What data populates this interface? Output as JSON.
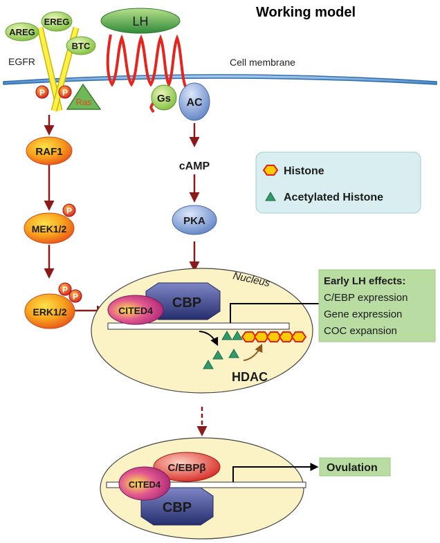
{
  "title": "Working model",
  "membrane_label": "Cell membrane",
  "ligands": {
    "areg": "AREG",
    "ereg": "EREG",
    "btc": "BTC",
    "lh": "LH"
  },
  "receptor": "EGFR",
  "ras": "Ras",
  "phospho": "P",
  "gs": "Gs",
  "ac": "AC",
  "kinases": {
    "raf1": "RAF1",
    "mek": "MEK1/2",
    "erk": "ERK1/2"
  },
  "camp": "cAMP",
  "pka": "PKA",
  "legend": {
    "histone": "Histone",
    "acetylated": "Acetylated Histone"
  },
  "nucleus_label": "Nucleus",
  "cited4": "CITED4",
  "cbp": "CBP",
  "hdac": "HDAC",
  "cebpb": "C/EBPβ",
  "early_effects": {
    "heading": "Early LH effects:",
    "items": [
      "C/EBP expression",
      "Gene expression",
      "COC expansion"
    ]
  },
  "ovulation": "Ovulation",
  "colors": {
    "membrane": "#3d7ec2",
    "arrow": "#8b1a1a",
    "ligand_green": "#8fc44a",
    "kinase_orange": "#f07a1c",
    "blue_node": "#6f92cf",
    "nucleus_fill": "#fbf3c6",
    "cbp_navy": "#2f3a7e",
    "cited_magenta": "#c63a8e",
    "histone": "#ffcc00",
    "acetyl": "#2f9a6a",
    "effects_box": "#b9dca2",
    "legend_box": "#d9eef0"
  }
}
